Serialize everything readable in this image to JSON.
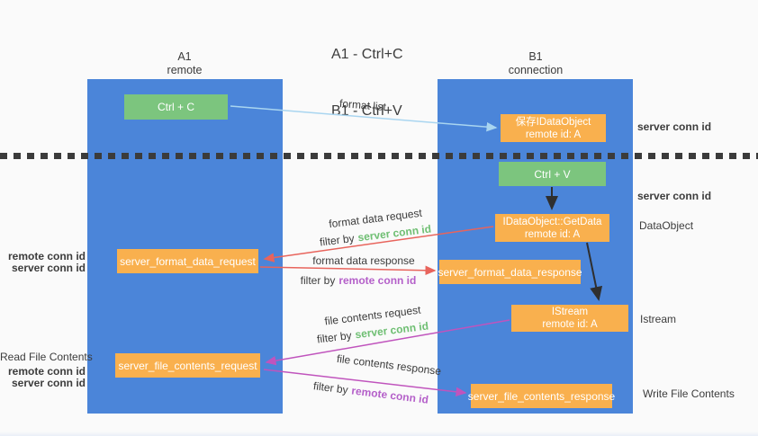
{
  "title": {
    "line1": "A1 - Ctrl+C",
    "line2": "B1 - Ctrl+V"
  },
  "lifelines": {
    "a1": {
      "name": "A1",
      "role": "remote"
    },
    "b1": {
      "name": "B1",
      "role": "connection"
    }
  },
  "nodes": {
    "ctrl_c": {
      "label": "Ctrl + C"
    },
    "save_idataobject": {
      "line1": "保存IDataObject",
      "line2": "remote id: A"
    },
    "ctrl_v": {
      "label": "Ctrl + V"
    },
    "getdata": {
      "line1": "IDataObject::GetData",
      "line2": "remote id: A"
    },
    "format_request": {
      "label": "server_format_data_request"
    },
    "format_response": {
      "label": "server_format_data_response"
    },
    "istream": {
      "line1": "IStream",
      "line2": "remote id: A"
    },
    "file_request": {
      "label": "server_file_contents_request"
    },
    "file_response": {
      "label": "server_file_contents_response"
    }
  },
  "edge_labels": {
    "format_list": "format list",
    "format_data_request": "format data request",
    "format_data_response": "format data response",
    "file_contents_request": "file contents request",
    "file_contents_response": "file contents response",
    "filter_by": "filter by",
    "server_conn_id": "server conn id",
    "remote_conn_id": "remote conn id"
  },
  "side_labels": {
    "left": {
      "remote_conn_id": "remote conn id",
      "server_conn_id": "server conn id",
      "read_file_contents": "Read File Contents",
      "remote_conn_id_2": "remote conn id",
      "server_conn_id_2": "server conn id"
    },
    "right": {
      "server_conn_id_top": "server conn id",
      "server_conn_id_mid": "server conn id",
      "dataobject": "DataObject",
      "istream": "Istream",
      "write_file_contents": "Write File Contents"
    }
  },
  "colors": {
    "lifeline_blue": "#4b85d9",
    "action_green": "#7cc57e",
    "message_orange": "#f9b04e",
    "server_conn_green": "#6fbf73",
    "remote_conn_purple": "#b45fc9",
    "request_red": "#e8645c",
    "file_magenta": "#c054bd",
    "format_list_blue": "#a9d5f0",
    "arrow_black": "#2f2f2f",
    "background": "#fafafa"
  }
}
